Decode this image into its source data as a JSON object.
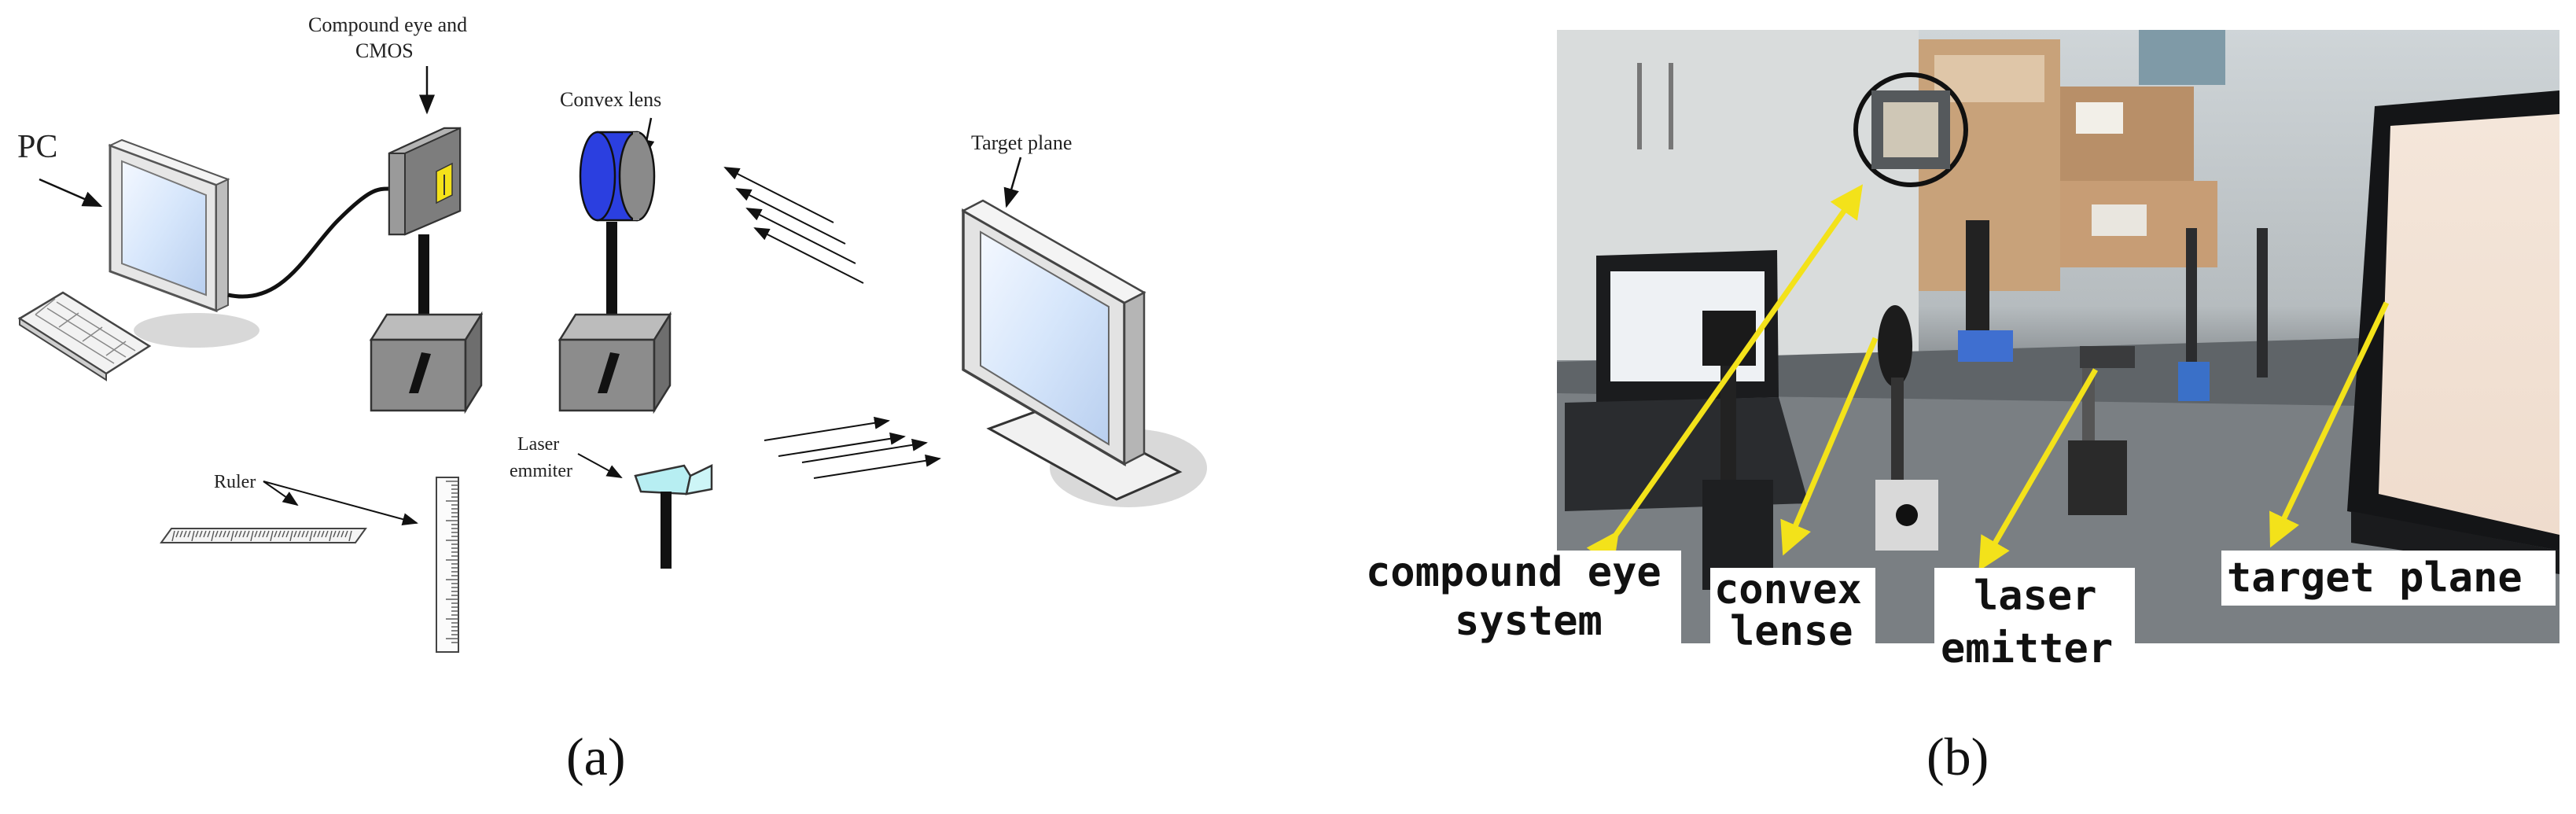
{
  "panel_a": {
    "caption": "(a)",
    "labels": {
      "pc": "PC",
      "compound_eye_line1": "Compound eye and",
      "compound_eye_line2": "CMOS",
      "convex_lens": "Convex lens",
      "target_plane": "Target plane",
      "ruler": "Ruler",
      "laser_line1": "Laser",
      "laser_line2": "emmiter"
    }
  },
  "panel_b": {
    "caption": "(b)",
    "labels": {
      "compound_eye_line1": "compound eye",
      "compound_eye_line2": "system",
      "convex_line1": "convex",
      "convex_line2": "lense",
      "laser_line1": "laser",
      "laser_line2": "emitter",
      "target_plane": "target plane"
    }
  },
  "colors": {
    "lens_blue": "#2b3fe0",
    "arrow_yellow": "#f3e21a",
    "mount_gray": "#8c8c8c",
    "screen_blue": "#d6e6fb",
    "laser_cyan": "#b7eef2"
  }
}
